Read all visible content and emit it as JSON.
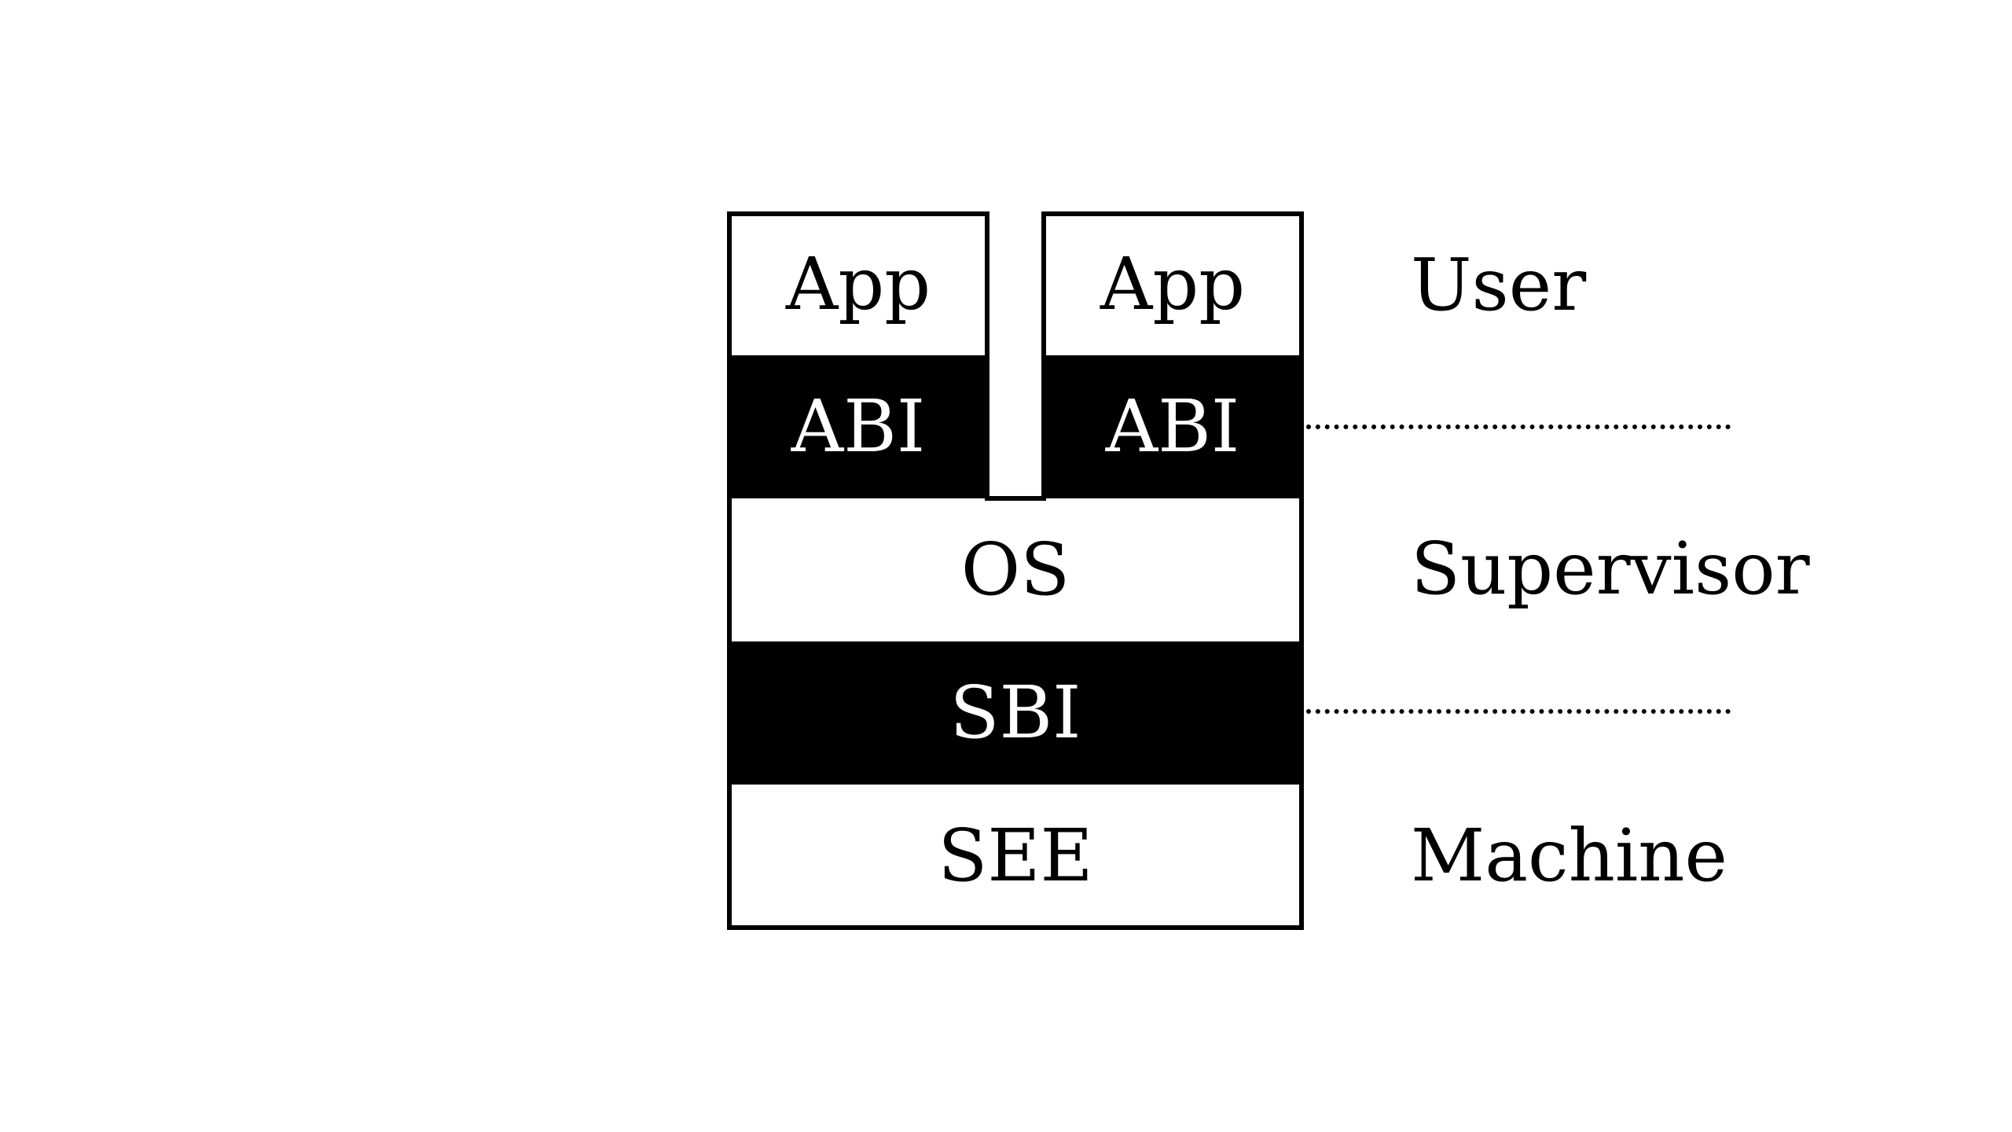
{
  "stack": {
    "left_app": "App",
    "left_abi": "ABI",
    "right_app": "App",
    "right_abi": "ABI",
    "os": "OS",
    "sbi": "SBI",
    "see": "SEE"
  },
  "privilege_levels": {
    "user": "User",
    "supervisor": "Supervisor",
    "machine": "Machine"
  },
  "colors": {
    "interface_fill": "#000000",
    "layer_fill": "#ffffff",
    "stroke": "#000000"
  }
}
